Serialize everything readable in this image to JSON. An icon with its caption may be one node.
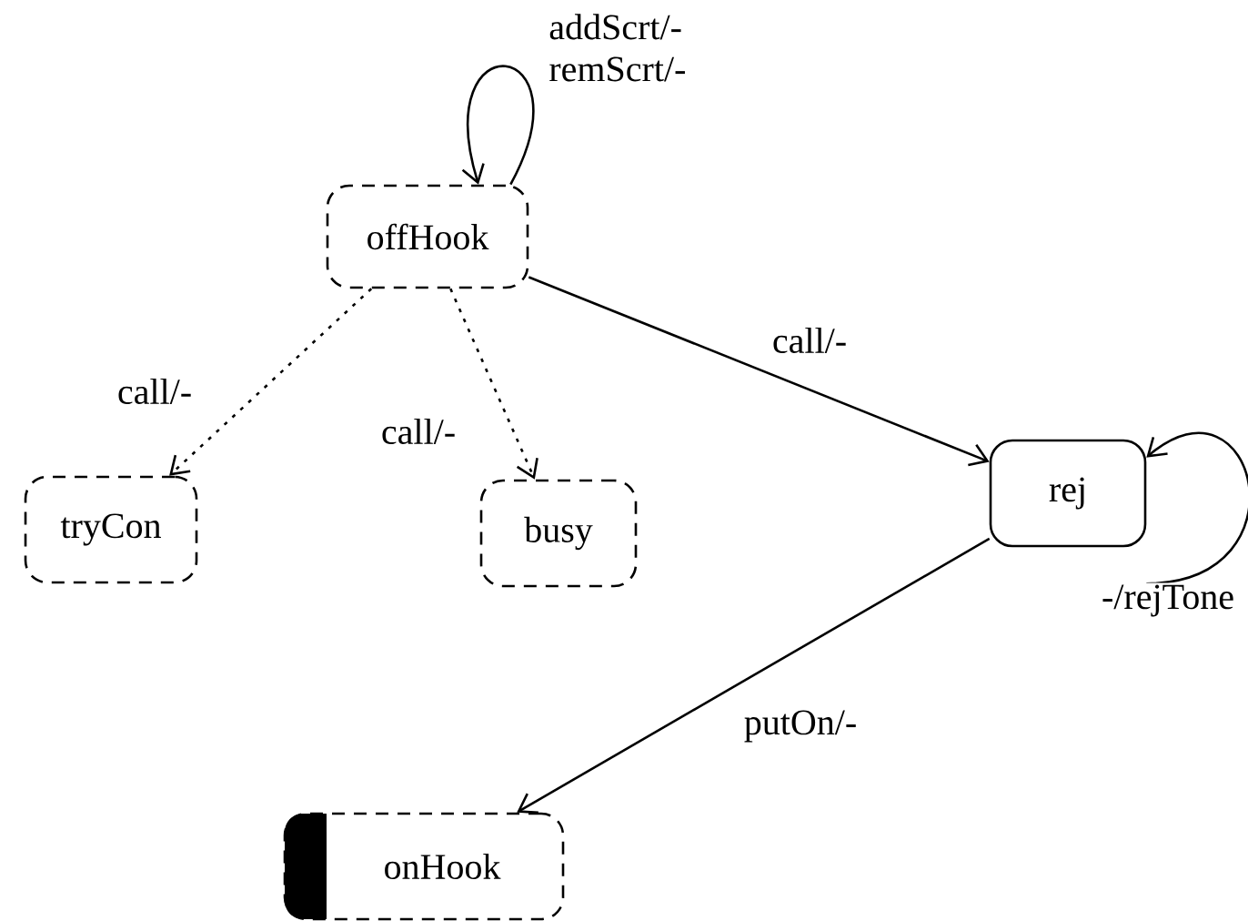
{
  "diagram": {
    "nodes": [
      {
        "text": [
          "offHook"
        ]
      },
      {
        "text": [
          "tryCon"
        ]
      },
      {
        "text": [
          "busy"
        ]
      },
      {
        "text": [
          "rej"
        ]
      },
      {
        "text": [
          "onHook"
        ]
      }
    ],
    "edges": [
      {
        "from": 0,
        "to": 0,
        "arrow": "to",
        "label": "addScrt/- remScrt/-"
      },
      {
        "from": 0,
        "to": 1,
        "arrow": "to",
        "label": "call/-",
        "style": "dashed"
      },
      {
        "from": 0,
        "to": 2,
        "arrow": "to",
        "label": "call/-",
        "style": "dashed"
      },
      {
        "from": 0,
        "to": 3,
        "arrow": "to",
        "label": "call/-"
      },
      {
        "from": 3,
        "to": 3,
        "arrow": "to",
        "label": "-/rejTone"
      },
      {
        "from": 3,
        "to": 4,
        "arrow": "to",
        "label": "putOn/-"
      }
    ]
  }
}
